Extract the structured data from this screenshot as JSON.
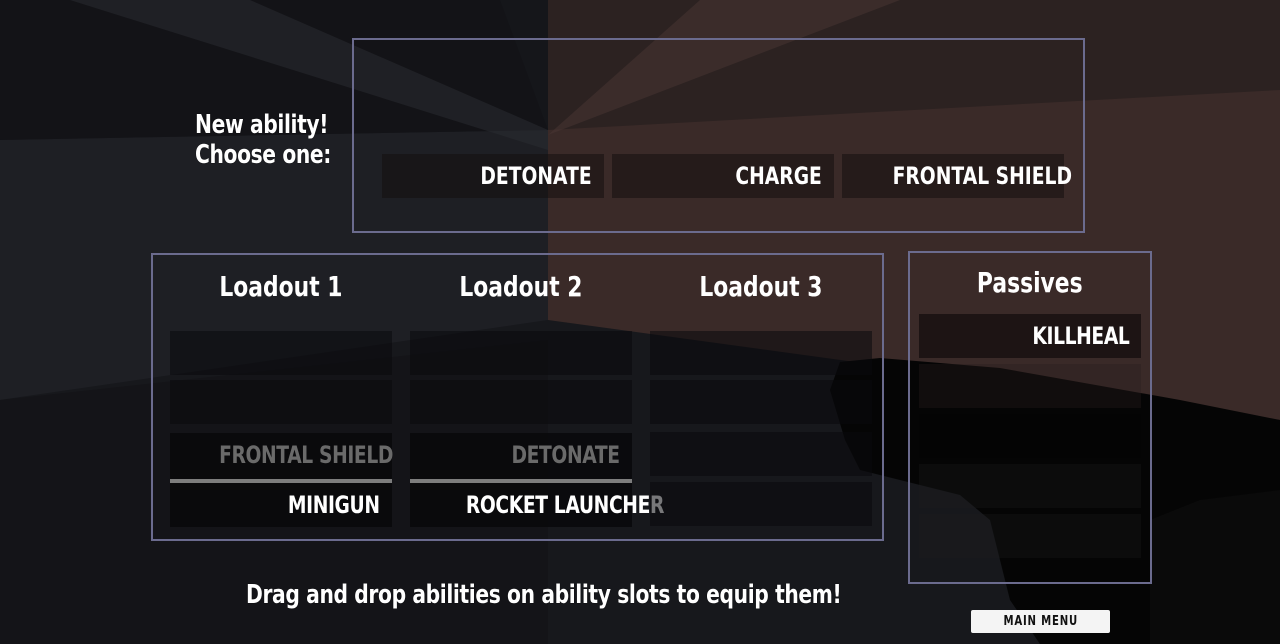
{
  "prompt": {
    "line1": "New ability!",
    "line2": "Choose one:"
  },
  "choices": [
    "DETONATE",
    "CHARGE",
    "FRONTAL SHIELD"
  ],
  "loadouts": [
    {
      "title": "Loadout 1",
      "slots": [
        "",
        "",
        "FRONTAL SHIELD",
        "MINIGUN"
      ]
    },
    {
      "title": "Loadout 2",
      "slots": [
        "",
        "",
        "DETONATE",
        "ROCKET LAUNCHER"
      ]
    },
    {
      "title": "Loadout 3",
      "slots": [
        "",
        "",
        "",
        ""
      ]
    }
  ],
  "passives": {
    "title": "Passives",
    "slots": [
      "KILLHEAL",
      "",
      "",
      "",
      ""
    ]
  },
  "hint": "Drag and drop abilities on ability slots to equip them!",
  "main_menu_label": "MAIN MENU",
  "colors": {
    "frame": "#6b6b8e",
    "wall_warm": "#3a2a28",
    "floor": "#16171b",
    "dim_text": "#6a6a6a"
  },
  "icons": {
    "weapon_silhouette": "gun-silhouette-icon"
  }
}
